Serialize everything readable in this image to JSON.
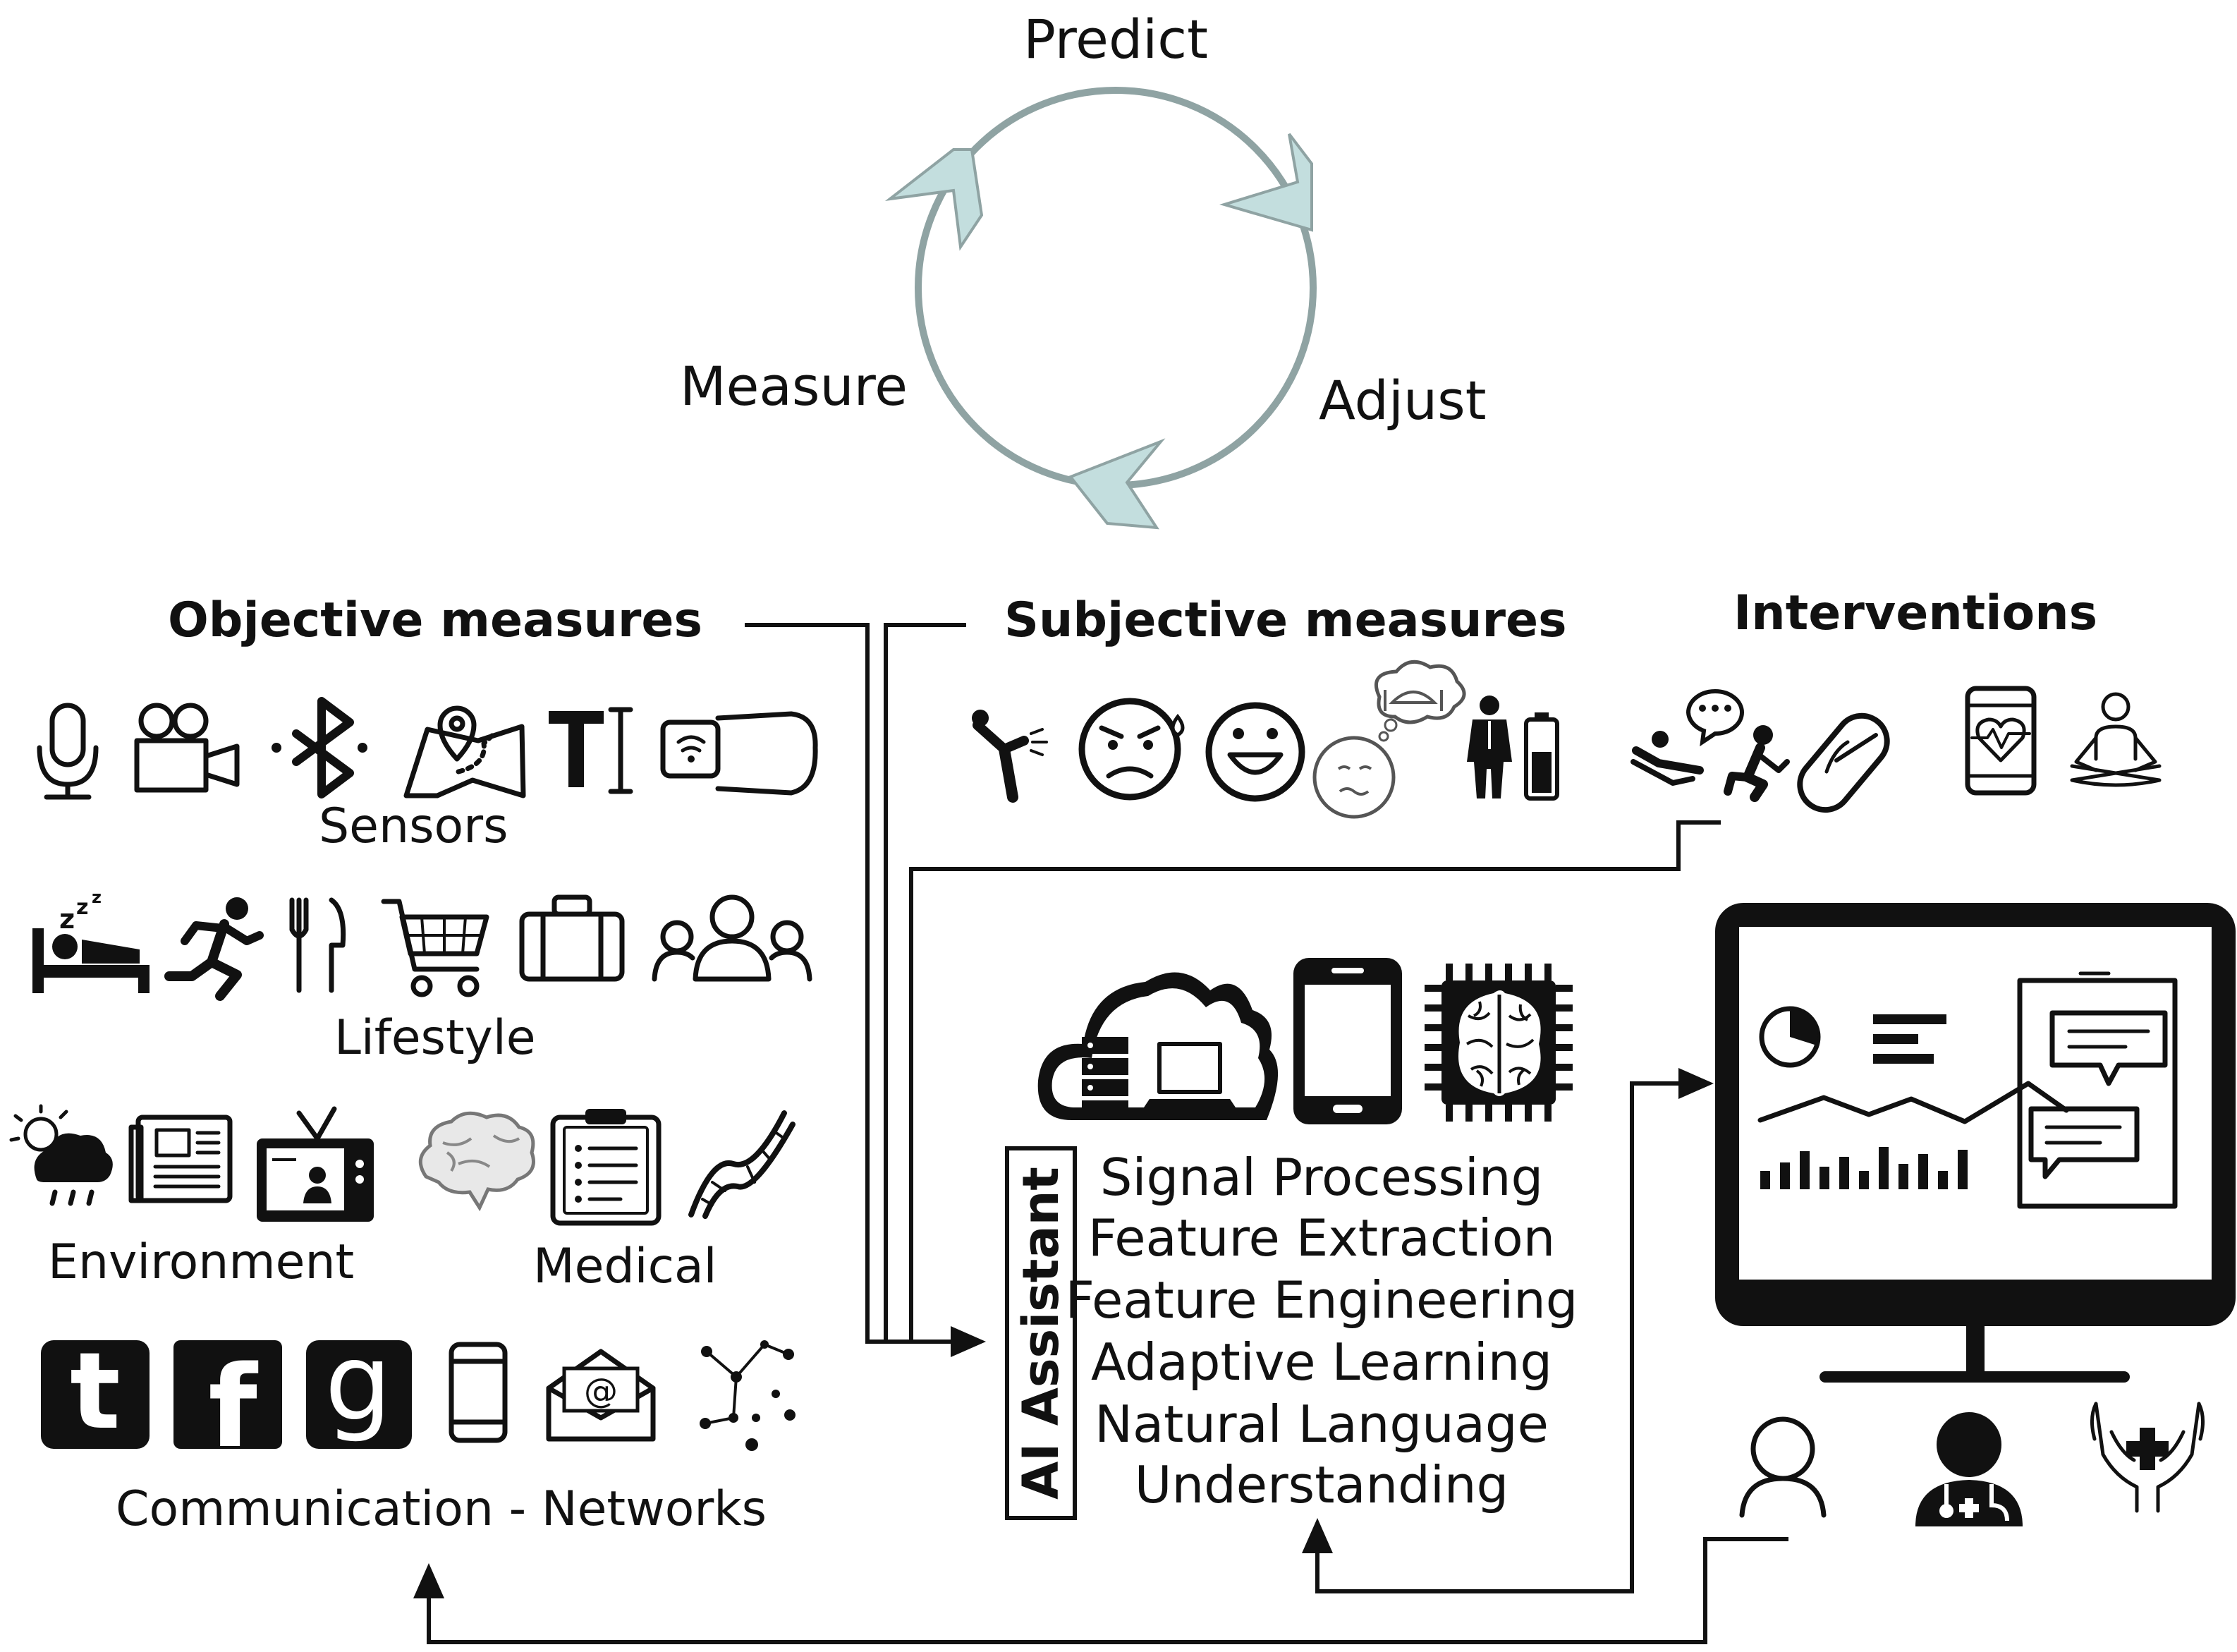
{
  "cycle": {
    "predict": "Predict",
    "adjust": "Adjust",
    "measure": "Measure"
  },
  "headings": {
    "objective": "Objective measures",
    "subjective": "Subjective measures",
    "interventions": "Interventions"
  },
  "groups": {
    "sensors": "Sensors",
    "lifestyle": "Lifestyle",
    "environment": "Environment",
    "medical": "Medical",
    "communication": "Communication - Networks"
  },
  "ai": {
    "title": "AI Assistant",
    "lines": [
      "Signal Processing",
      "Feature Extraction",
      "Feature Engineering",
      "Adaptive Learning",
      "Natural Language",
      "Understanding"
    ]
  },
  "icons": {
    "sensors": [
      "microphone-icon",
      "video-camera-icon",
      "bluetooth-icon",
      "map-icon",
      "text-cursor-icon",
      "smartwatch-icon"
    ],
    "lifestyle": [
      "sleep-icon",
      "running-icon",
      "fork-knife-icon",
      "shopping-cart-icon",
      "briefcase-icon",
      "people-icon"
    ],
    "environment": [
      "weather-icon",
      "newspaper-icon",
      "tv-icon"
    ],
    "medical": [
      "brain-icon",
      "clipboard-icon",
      "dna-icon"
    ],
    "communication": [
      "twitter-icon",
      "facebook-icon",
      "google-icon",
      "phone-icon",
      "email-icon",
      "network-icon"
    ],
    "subjective": [
      "pain-icon",
      "sad-face-icon",
      "happy-face-icon",
      "craving-face-icon",
      "energy-person-icon"
    ],
    "interventions": [
      "therapy-icon",
      "pill-icon",
      "health-app-icon",
      "meditation-icon"
    ],
    "ai": [
      "cloud-server-icon",
      "smartphone-icon",
      "ai-chip-icon"
    ],
    "users": [
      "patient-icon",
      "doctor-icon",
      "care-hands-icon"
    ],
    "monitor": "dashboard-monitor-icon"
  },
  "brand_glyphs": {
    "twitter": "t",
    "facebook": "f",
    "google": "g",
    "email": "@"
  },
  "colors": {
    "cycle_stroke": "#8fa3a3",
    "cycle_arrow": "#c3dede",
    "ink": "#111111"
  }
}
